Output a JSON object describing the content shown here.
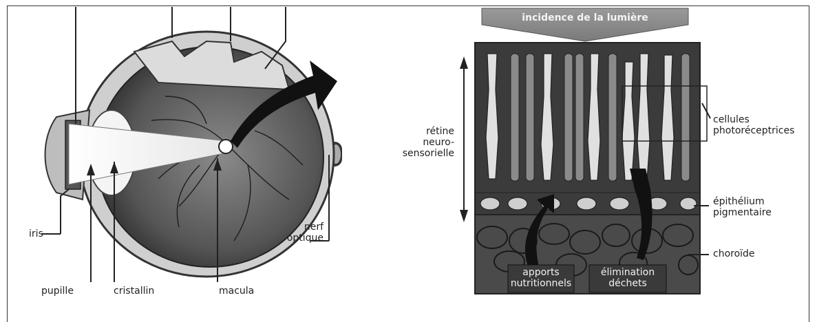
{
  "eye": {
    "labels": {
      "iris": "iris",
      "pupille": "pupille",
      "cristallin": "cristallin",
      "macula": "macula",
      "nerf_optique_line1": "nerf",
      "nerf_optique_line2": "optique"
    }
  },
  "retina": {
    "banner": "incidence de la lumière",
    "retine_line1": "rétine",
    "retine_line2": "neuro-",
    "retine_line3": "sensorielle",
    "photo_line1": "cellules",
    "photo_line2": "photoréceptrices",
    "epith_line1": "épithélium",
    "epith_line2": "pigmentaire",
    "choroide": "choroïde",
    "apports_line1": "apports",
    "apports_line2": "nutritionnels",
    "elimination_line1": "élimination",
    "elimination_line2": "déchets"
  }
}
